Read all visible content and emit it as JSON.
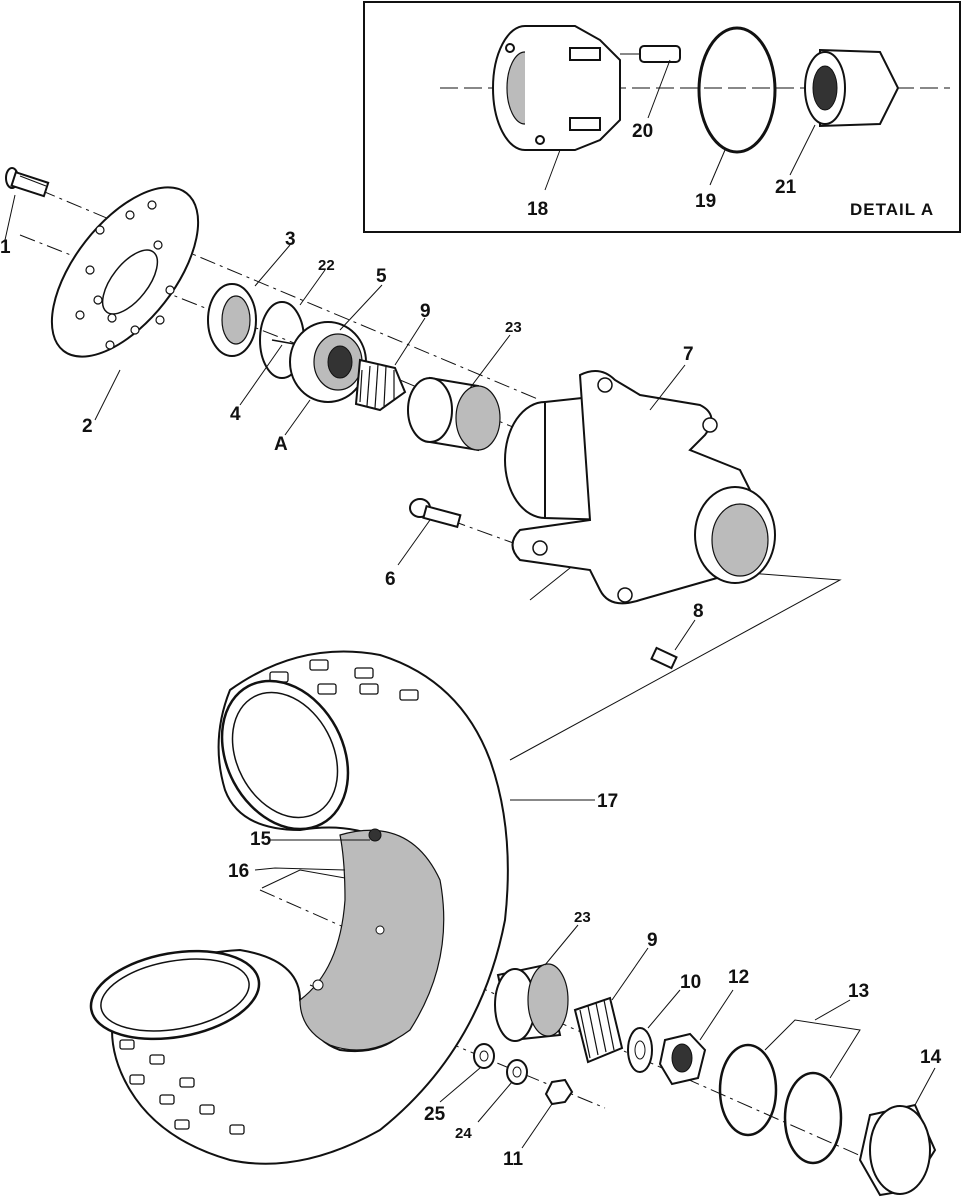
{
  "detail_title": "DETAIL A",
  "callouts": {
    "c1": "1",
    "c2": "2",
    "c3": "3",
    "c4": "4",
    "c5": "5",
    "c6": "6",
    "c7": "7",
    "c8": "8",
    "c9a": "9",
    "c9b": "9",
    "c10": "10",
    "c11": "11",
    "c12": "12",
    "c13": "13",
    "c14": "14",
    "c15": "15",
    "c16": "16",
    "c17": "17",
    "c18": "18",
    "c19": "19",
    "c20": "20",
    "c21": "21",
    "c22": "22",
    "c23a": "23",
    "c23b": "23",
    "c24": "24",
    "c25": "25",
    "cA": "A"
  }
}
